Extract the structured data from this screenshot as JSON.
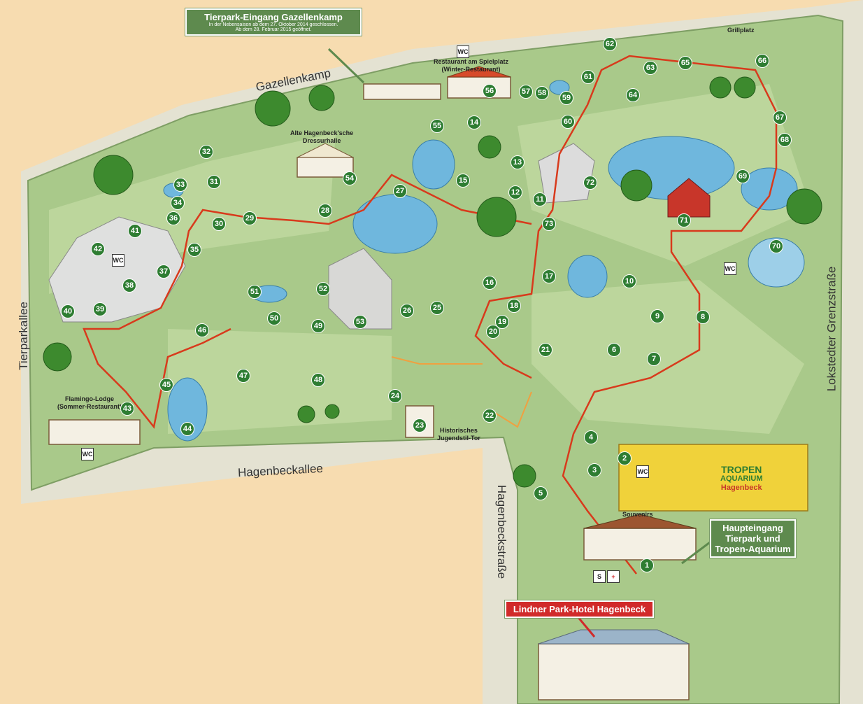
{
  "callouts": {
    "gazellenkamp_title": "Tierpark-Eingang Gazellenkamp",
    "gazellenkamp_line1": "In der Nebensaison ab dem 27. Oktober 2014 geschlossen.",
    "gazellenkamp_line2": "Ab dem 28. Februar 2015 geöffnet.",
    "haupteingang_line1": "Haupteingang",
    "haupteingang_line2": "Tierpark und",
    "haupteingang_line3": "Tropen-Aquarium",
    "hotel": "Lindner Park-Hotel Hagenbeck"
  },
  "streets": {
    "gazellenkamp": "Gazellenkamp",
    "tierparkallee": "Tierparkallee",
    "hagenbeckallee": "Hagenbeckallee",
    "hagenbeckstrasse": "Hagenbeckstraße",
    "lokstedter": "Lokstedter Grenzstraße"
  },
  "labels": {
    "restaurant_spielplatz_1": "Restaurant am Spielplatz",
    "restaurant_spielplatz_2": "(Winter-Restaurant)",
    "grillplatz": "Grillplatz",
    "dressurhalle_1": "Alte Hagenbeck'sche",
    "dressurhalle_2": "Dressurhalle",
    "flamingo_1": "Flamingo-Lodge",
    "flamingo_2": "(Sommer-Restaurant)",
    "jugendstil_1": "Historisches",
    "jugendstil_2": "Jugendstil-Tor",
    "souvenirs": "Souvenirs",
    "tropen_1": "TROPEN",
    "tropen_2": "AQUARIUM",
    "tropen_3": "Hagenbeck"
  },
  "facility_icons": {
    "wc": "WC",
    "pay": "S",
    "first_aid": "+"
  },
  "colors": {
    "land": "#f7dcb0",
    "park": "#a9c98a",
    "path": "#e8e8d8",
    "water": "#6fb7dd",
    "route": "#d83a1c",
    "marker": "#2e7d32",
    "callout_green": "#5e8a4e",
    "callout_red": "#d12a2a"
  },
  "stations": [
    "1",
    "2",
    "3",
    "4",
    "5",
    "6",
    "7",
    "8",
    "9",
    "10",
    "11",
    "12",
    "13",
    "14",
    "15",
    "16",
    "17",
    "18",
    "19",
    "20",
    "21",
    "22",
    "23",
    "24",
    "25",
    "26",
    "27",
    "28",
    "29",
    "30",
    "31",
    "32",
    "33",
    "34",
    "35",
    "36",
    "37",
    "38",
    "39",
    "40",
    "41",
    "42",
    "43",
    "44",
    "45",
    "46",
    "47",
    "48",
    "49",
    "50",
    "51",
    "52",
    "53",
    "54",
    "55",
    "56",
    "57",
    "58",
    "59",
    "60",
    "61",
    "62",
    "63",
    "64",
    "65",
    "66",
    "67",
    "68",
    "69",
    "70",
    "71",
    "72",
    "73"
  ]
}
